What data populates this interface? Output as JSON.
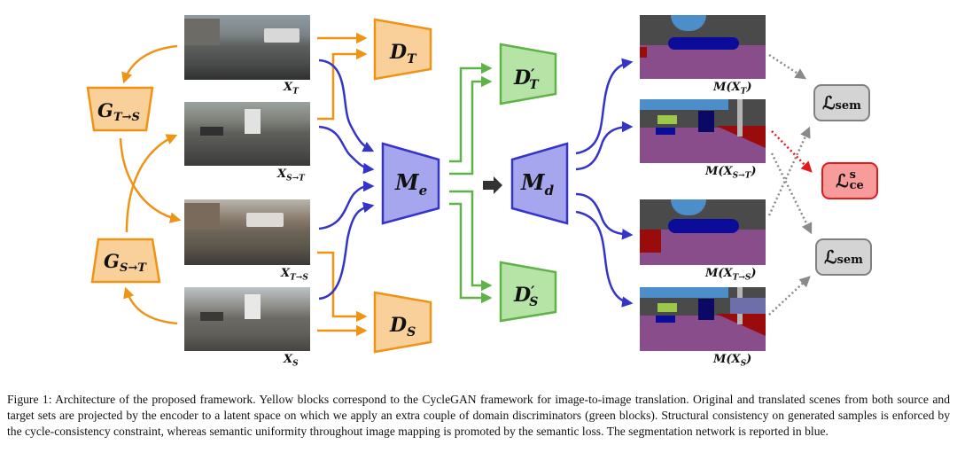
{
  "figure": {
    "colors": {
      "cyclegan_fill": "#f9d09a",
      "cyclegan_stroke": "#ef9315",
      "segmentation_fill": "#a6a6ee",
      "segmentation_stroke": "#3434c8",
      "discriminator_fill": "#b6e3a6",
      "discriminator_stroke": "#5eb347",
      "loss_sem_fill": "#d4d4d4",
      "loss_sem_stroke": "#808080",
      "loss_ce_fill": "#f79b9b",
      "loss_ce_stroke": "#e41a1a"
    },
    "generators": [
      {
        "id": "g_t_to_s",
        "main": "G",
        "sub": "T→S"
      },
      {
        "id": "g_s_to_t",
        "main": "G",
        "sub": "S→T"
      }
    ],
    "images": [
      {
        "id": "x_t",
        "main": "X",
        "sub": "T",
        "kind": "real-target"
      },
      {
        "id": "x_s_to_t",
        "main": "X",
        "sub": "S→T",
        "kind": "translated-source"
      },
      {
        "id": "x_t_to_s",
        "main": "X",
        "sub": "T→S",
        "kind": "translated-target"
      },
      {
        "id": "x_s",
        "main": "X",
        "sub": "S",
        "kind": "real-source"
      }
    ],
    "discriminators": [
      {
        "id": "d_t",
        "main": "D",
        "sub": "T",
        "prime": ""
      },
      {
        "id": "d_s",
        "main": "D",
        "sub": "S",
        "prime": ""
      },
      {
        "id": "d_t_prime",
        "main": "D",
        "sub": "T",
        "prime": "′"
      },
      {
        "id": "d_s_prime",
        "main": "D",
        "sub": "S",
        "prime": "′"
      }
    ],
    "segmentation": {
      "encoder": {
        "main": "M",
        "sub": "e"
      },
      "decoder": {
        "main": "M",
        "sub": "d"
      }
    },
    "segmaps": [
      {
        "id": "m_x_t",
        "label_pre": "M(X",
        "sub": "T",
        "label_post": ")"
      },
      {
        "id": "m_x_s_to_t",
        "label_pre": "M(X",
        "sub": "S→T",
        "label_post": ")"
      },
      {
        "id": "m_x_t_to_s",
        "label_pre": "M(X",
        "sub": "T→S",
        "label_post": ")"
      },
      {
        "id": "m_x_s",
        "label_pre": "M(X",
        "sub": "S",
        "label_post": ")"
      }
    ],
    "losses": [
      {
        "id": "l_sem_top",
        "main": "ℒ",
        "sub": "sem",
        "sup": ""
      },
      {
        "id": "l_ce",
        "main": "ℒ",
        "sub": "ce",
        "sup": "s"
      },
      {
        "id": "l_sem_bottom",
        "main": "ℒ",
        "sub": "sem",
        "sup": ""
      }
    ]
  },
  "caption": {
    "text": "Figure 1: Architecture of the proposed framework. Yellow blocks correspond to the CycleGAN framework for image-to-image translation. Original and translated scenes from both source and target sets are projected by the encoder to a latent space on which we apply an extra couple of domain discriminators (green blocks). Structural consistency on generated samples is enforced by the cycle-consistency constraint, whereas semantic uniformity throughout image mapping is promoted by the semantic loss. The segmentation network is reported in blue."
  }
}
